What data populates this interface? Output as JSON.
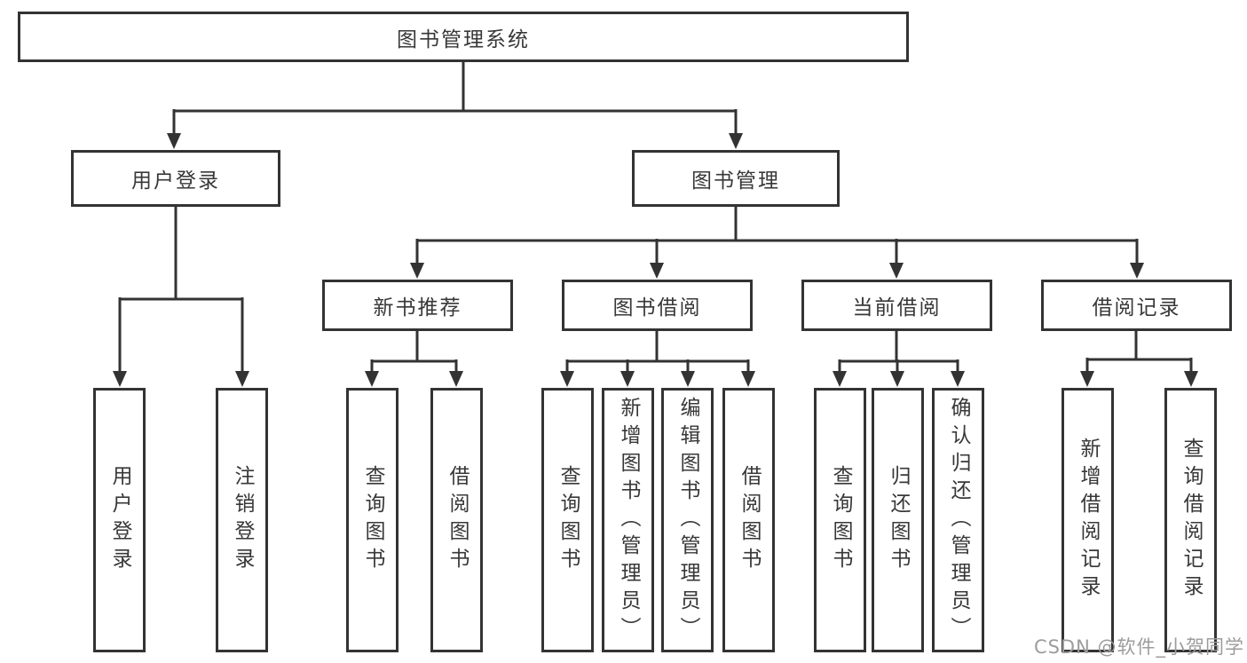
{
  "diagram": {
    "root_label": "图书管理系统",
    "level2": [
      {
        "label": "用户登录"
      },
      {
        "label": "图书管理"
      }
    ],
    "level3": [
      {
        "label": "新书推荐"
      },
      {
        "label": "图书借阅"
      },
      {
        "label": "当前借阅"
      },
      {
        "label": "借阅记录"
      }
    ],
    "leaves": [
      {
        "label": "用户登录",
        "parent": "用户登录"
      },
      {
        "label": "注销登录",
        "parent": "用户登录"
      },
      {
        "label": "查询图书",
        "parent": "新书推荐"
      },
      {
        "label": "借阅图书",
        "parent": "新书推荐"
      },
      {
        "label": "查询图书",
        "parent": "图书借阅"
      },
      {
        "label": "新增图书（管理员）",
        "parent": "图书借阅"
      },
      {
        "label": "编辑图书（管理员）",
        "parent": "图书借阅"
      },
      {
        "label": "借阅图书",
        "parent": "图书借阅"
      },
      {
        "label": "查询图书",
        "parent": "当前借阅"
      },
      {
        "label": "归还图书",
        "parent": "当前借阅"
      },
      {
        "label": "确认归还（管理员）",
        "parent": "当前借阅"
      },
      {
        "label": "新增借阅记录",
        "parent": "借阅记录"
      },
      {
        "label": "查询借阅记录",
        "parent": "借阅记录"
      }
    ]
  },
  "watermark": {
    "text": "CSDN @软件_小贺同学"
  },
  "colors": {
    "line": "#333333",
    "text": "#383838",
    "background": "#ffffff",
    "watermark": "#9c9c9c"
  }
}
